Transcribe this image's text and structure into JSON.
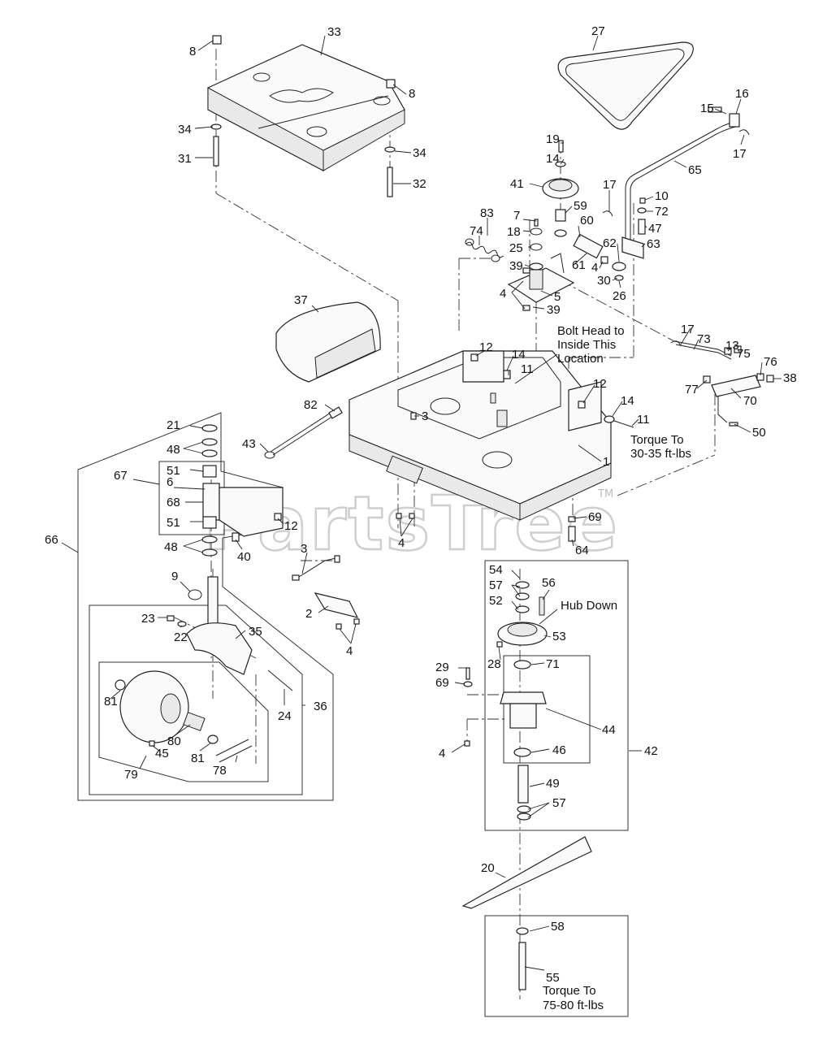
{
  "watermark": "PartsTree",
  "trademark": "TM",
  "notes": {
    "bolt_head_1": "Bolt Head to",
    "bolt_head_2": "Inside This",
    "bolt_head_3": "Location",
    "torque_a_1": "Torque To",
    "torque_a_2": "30-35 ft-lbs",
    "hub_down": "Hub Down",
    "torque_b_1": "Torque To",
    "torque_b_2": "75-80 ft-lbs"
  },
  "callouts": [
    "1",
    "2",
    "3",
    "4",
    "5",
    "6",
    "7",
    "8",
    "9",
    "10",
    "11",
    "12",
    "13",
    "14",
    "15",
    "16",
    "17",
    "18",
    "19",
    "20",
    "21",
    "22",
    "23",
    "24",
    "25",
    "26",
    "27",
    "28",
    "29",
    "30",
    "31",
    "32",
    "33",
    "34",
    "35",
    "36",
    "37",
    "38",
    "39",
    "40",
    "41",
    "42",
    "43",
    "44",
    "45",
    "46",
    "47",
    "48",
    "49",
    "50",
    "51",
    "52",
    "53",
    "54",
    "55",
    "56",
    "57",
    "58",
    "59",
    "60",
    "61",
    "62",
    "63",
    "64",
    "65",
    "66",
    "67",
    "68",
    "69",
    "70",
    "71",
    "72",
    "73",
    "74",
    "75",
    "76",
    "77",
    "78",
    "79",
    "80",
    "81",
    "82",
    "83"
  ],
  "colors": {
    "ink": "#222222",
    "watermark": "#cfcfcf",
    "background": "#ffffff"
  }
}
